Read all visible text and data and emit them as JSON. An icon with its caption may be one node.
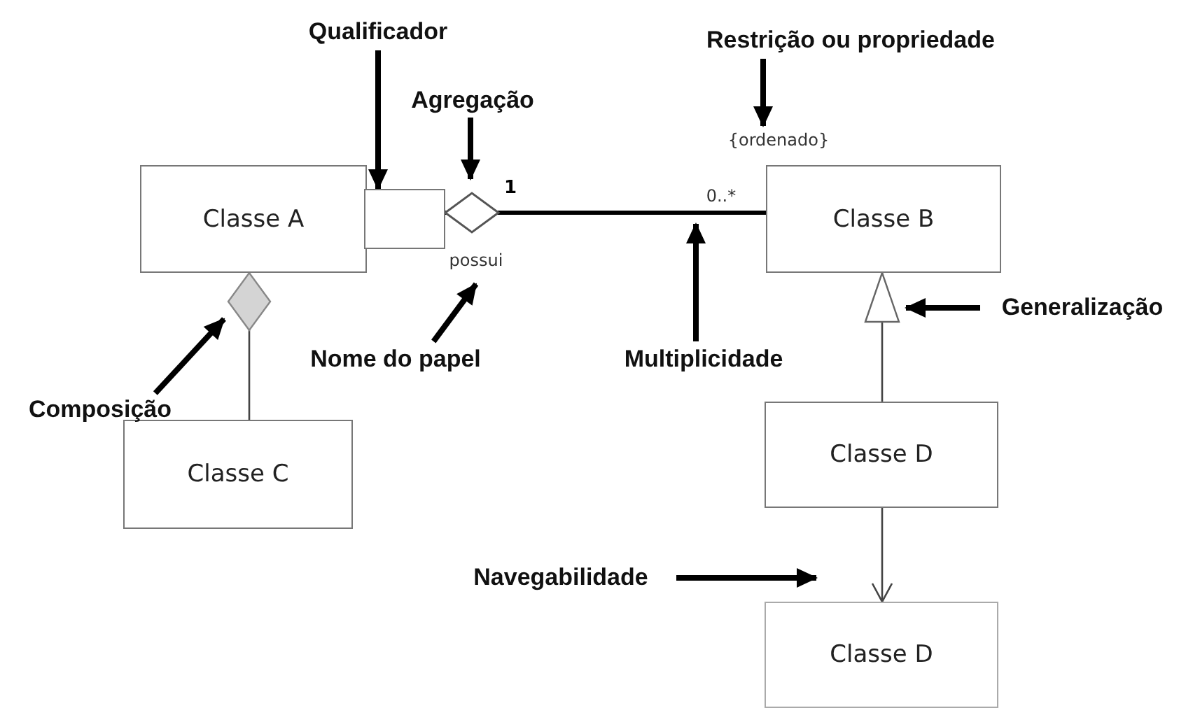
{
  "diagram": {
    "nodes": [
      {
        "text": [
          "Classe A"
        ]
      },
      {
        "text": [],
        "shape": "box"
      },
      {
        "text": [
          "Classe B"
        ]
      },
      {
        "text": [
          "Classe C"
        ]
      },
      {
        "text": [
          "Classe D"
        ]
      },
      {
        "text": [
          "Classe D"
        ]
      },
      {
        "text": [
          "Qualificador"
        ]
      },
      {
        "text": [
          "Agregação"
        ]
      },
      {
        "text": [
          "Restrição ou propriedade"
        ]
      },
      {
        "text": [
          "Nome do papel"
        ]
      },
      {
        "text": [
          "Multiplicidade"
        ]
      },
      {
        "text": [
          "Composição"
        ]
      },
      {
        "text": [
          "Generalização"
        ]
      },
      {
        "text": [
          "Navegabilidade"
        ]
      },
      {
        "text": [
          "{ordenado}"
        ]
      },
      {
        "text": [
          "0..*"
        ]
      },
      {
        "text": [
          "possui"
        ]
      }
    ],
    "edges": [
      {
        "from": 2,
        "to": 1,
        "arrow": "other"
      },
      {
        "from": 3,
        "to": 0,
        "arrow": "other"
      },
      {
        "from": 4,
        "to": 2,
        "arrow": "to"
      },
      {
        "from": 4,
        "to": 5,
        "arrow": "to"
      },
      {
        "from": 6,
        "to": 1,
        "arrow": "to"
      },
      {
        "from": 7,
        "to": 1,
        "arrow": "to"
      },
      {
        "from": 8,
        "to": 14,
        "arrow": "to"
      },
      {
        "from": 9,
        "to": 16,
        "arrow": "to"
      },
      {
        "from": 10,
        "to": 15,
        "arrow": "to"
      },
      {
        "from": 11,
        "to": 0,
        "arrow": "to"
      },
      {
        "from": 12,
        "to": 2,
        "arrow": "to"
      },
      {
        "from": 13,
        "to": 5,
        "arrow": "to"
      }
    ],
    "labels": [
      "1"
    ]
  }
}
